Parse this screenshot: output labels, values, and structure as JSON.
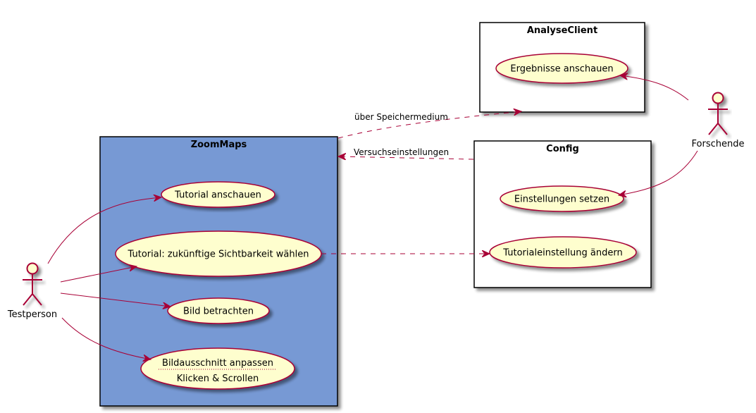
{
  "packages": {
    "zoommaps": {
      "title": "ZoomMaps",
      "fill": "#7799D4"
    },
    "analyseclient": {
      "title": "AnalyseClient",
      "fill": "#FFFFFF"
    },
    "config": {
      "title": "Config",
      "fill": "#FFFFFF"
    }
  },
  "actors": {
    "testperson": {
      "name": "Testperson"
    },
    "forschende": {
      "name": "Forschende"
    }
  },
  "usecases": {
    "tutorial_anschauen": {
      "label": "Tutorial anschauen"
    },
    "tutorial_sichtbarkeit": {
      "label": "Tutorial: zukünftige Sichtbarkeit wählen"
    },
    "bild_betrachten": {
      "label": "Bild betrachten"
    },
    "bildausschnitt": {
      "label": "Bildausschnitt anpassen",
      "detail": "Klicken & Scrollen"
    },
    "ergebnisse": {
      "label": "Ergebnisse anschauen"
    },
    "einstellungen_setzen": {
      "label": "Einstellungen setzen"
    },
    "tutorialeinstellung": {
      "label": "Tutorialeinstellung ändern"
    }
  },
  "edge_labels": {
    "speichermedium": "über Speichermedium",
    "versuchseinstellungen": "Versuchseinstellungen"
  },
  "colors": {
    "usecase_fill": "#FEFECE",
    "usecase_border": "#A80036",
    "arrow": "#A80036"
  }
}
